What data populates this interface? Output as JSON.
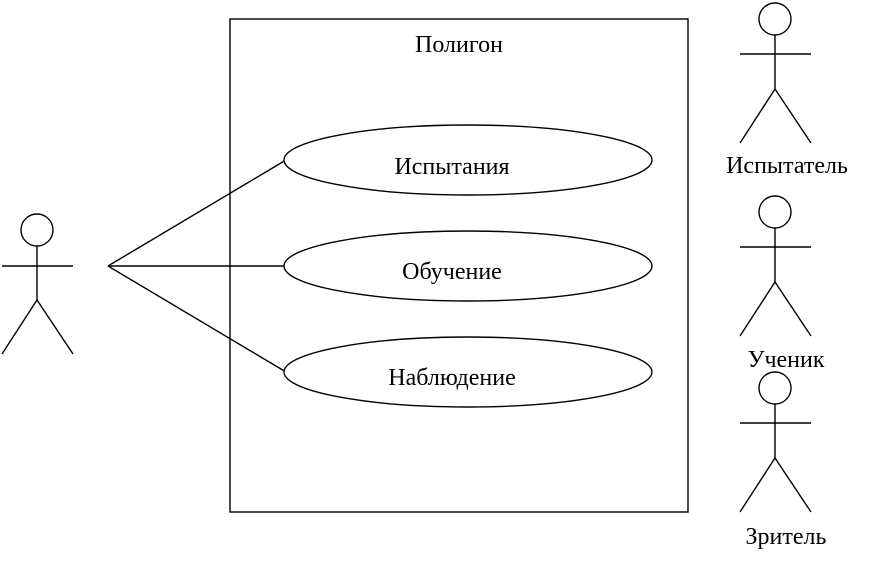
{
  "system": {
    "title": "Полигон"
  },
  "use_cases": [
    {
      "label": "Испытания"
    },
    {
      "label": "Обучение"
    },
    {
      "label": "Наблюдение"
    }
  ],
  "actors": [
    {
      "label": ""
    },
    {
      "label": "Испытатель"
    },
    {
      "label": "Ученик"
    },
    {
      "label": "Зритель"
    }
  ]
}
